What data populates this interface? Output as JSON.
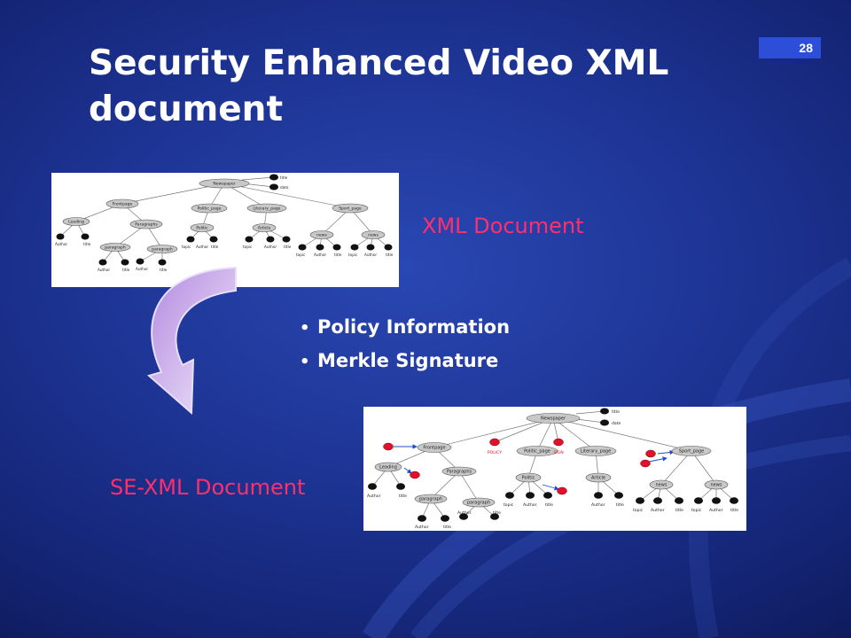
{
  "slide": {
    "number": "28",
    "title": "Security Enhanced Video XML document",
    "xml_label": "XML Document",
    "sexml_label": "SE-XML Document",
    "bullets": [
      "Policy Information",
      "Merkle Signature"
    ],
    "colors": {
      "accent_label": "#ff2e6e",
      "slide_number_bg": "#2d4ed6",
      "policy_node": "#e0112b",
      "tree_node": "#c8c8c8"
    }
  },
  "xml_tree": {
    "root": "Newspaper",
    "root_leaves": [
      "title",
      "date"
    ],
    "frontpage": "Frontpage",
    "leading": "Leading",
    "paragraphs": "Paragraphs",
    "paragraph_1": "paragraph",
    "paragraph_2": "paragraph",
    "politic_page": "Politic_page",
    "politic": "Politic",
    "literary_page": "Literary_page",
    "article": "Article",
    "sport_page": "Sport_page",
    "news_1": "news",
    "news_2": "news",
    "leaf_author": "Author",
    "leaf_title": "title",
    "leaf_topic": "topic"
  },
  "sexml_tree": {
    "root": "Newspaper",
    "root_leaves": [
      "title",
      "date"
    ],
    "frontpage": "Frontpage",
    "leading": "Leading",
    "paragraphs": "Paragraphs",
    "paragraph_1": "paragraph",
    "paragraph_2": "paragraph",
    "politic_page": "Politic_page",
    "politic": "Politic",
    "literary_page": "Literary_page",
    "article": "Article",
    "sport_page": "Sport_page",
    "news_1": "news",
    "news_2": "news",
    "policy": "POLICY",
    "sign": "SIGN",
    "leaf_author": "Author",
    "leaf_title": "title",
    "leaf_topic": "topic"
  }
}
